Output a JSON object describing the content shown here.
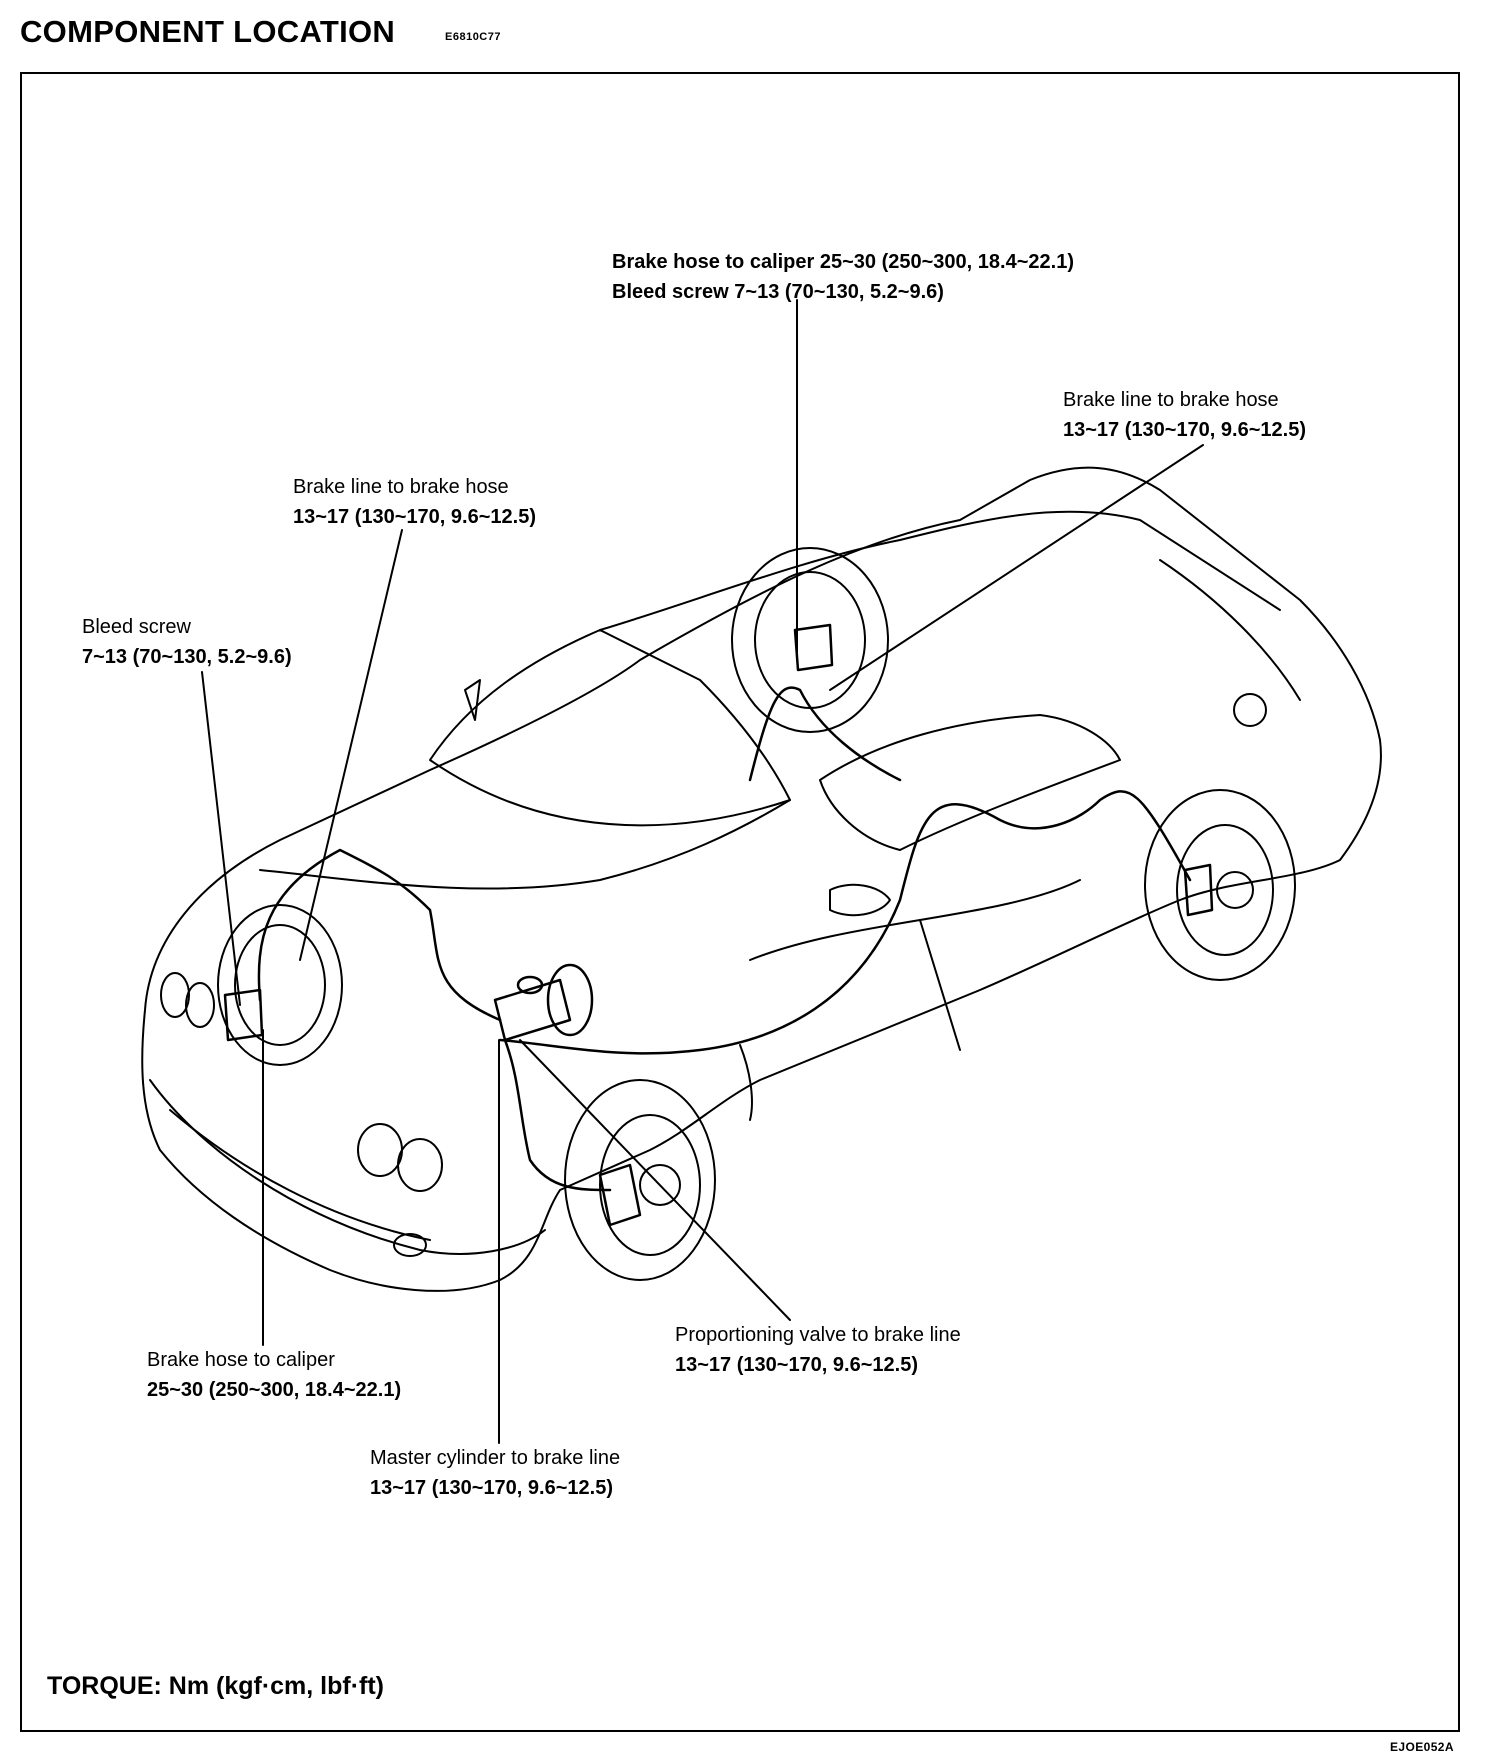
{
  "header": {
    "title": "COMPONENT LOCATION",
    "code": "E6810C77"
  },
  "callouts": {
    "rear_caliper": {
      "line1": "Brake hose to caliper 25~30 (250~300, 18.4~22.1)",
      "line2": "Bleed screw 7~13 (70~130, 5.2~9.6)"
    },
    "rear_line_hose": {
      "line1": "Brake line to brake hose",
      "line2": "13~17 (130~170, 9.6~12.5)"
    },
    "front_line_hose": {
      "line1": "Brake line to brake hose",
      "line2": "13~17 (130~170, 9.6~12.5)"
    },
    "front_bleed": {
      "line1": "Bleed screw",
      "line2": "7~13 (70~130, 5.2~9.6)"
    },
    "front_caliper": {
      "line1": "Brake hose to caliper",
      "line2": "25~30 (250~300, 18.4~22.1)"
    },
    "proportioning": {
      "line1": "Proportioning valve to brake line",
      "line2": "13~17 (130~170, 9.6~12.5)"
    },
    "master_cylinder": {
      "line1": "Master cylinder to brake line",
      "line2": "13~17 (130~170, 9.6~12.5)"
    }
  },
  "footer": {
    "torque": "TORQUE: Nm (kgf·cm, lbf·ft)",
    "figure_code": "EJOE052A"
  }
}
